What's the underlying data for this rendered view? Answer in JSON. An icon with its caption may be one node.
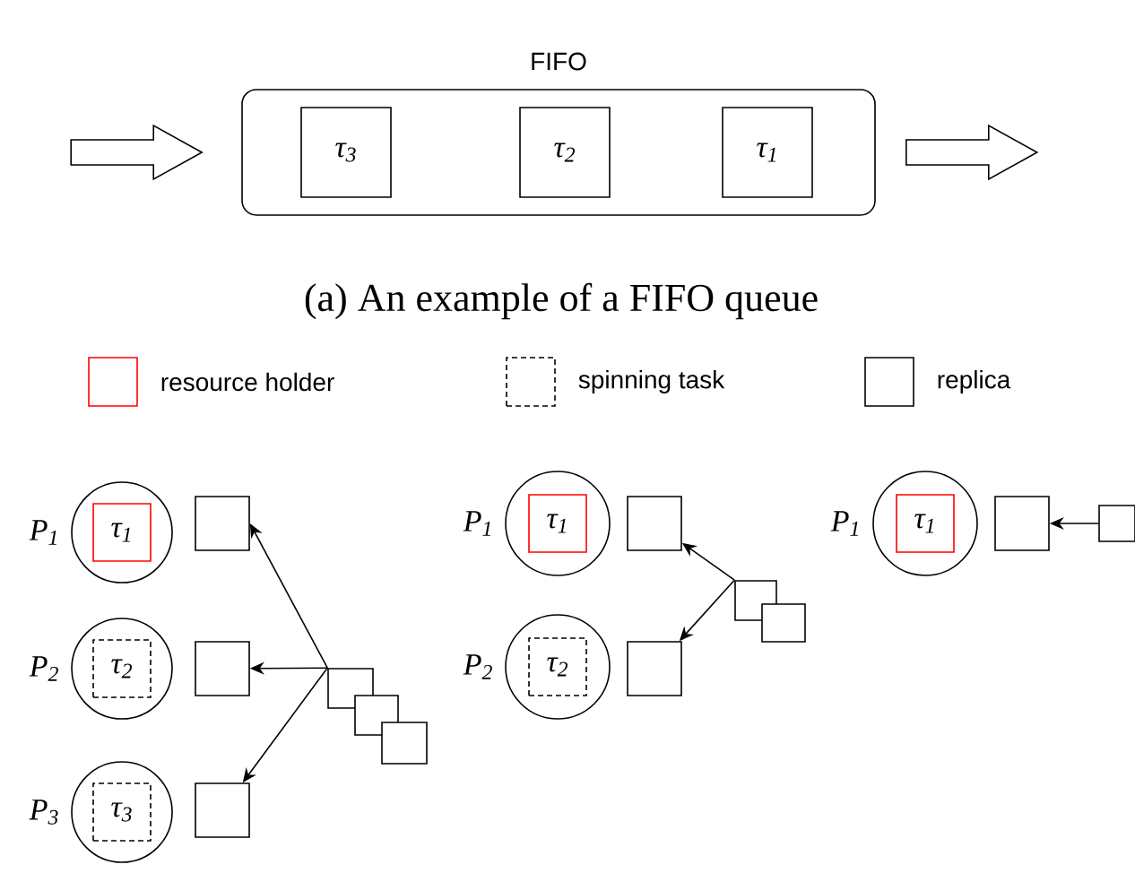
{
  "diagram": {
    "caption": "(a) An example of a FIFO queue",
    "nodes": [
      {
        "text": [
          "FIFO"
        ]
      },
      {
        "text": [
          "τ$_{3}$"
        ],
        "in": 0
      },
      {
        "text": [
          "τ$_{2}$"
        ],
        "in": 0
      },
      {
        "text": [
          "τ$_{1}$"
        ],
        "in": 0
      },
      {
        "text": [],
        "shape": "circle",
        "beside": [
          "P$_{1}$"
        ]
      },
      {
        "text": [
          "τ$_{1}$"
        ],
        "in": 4
      },
      {
        "text": [],
        "shape": "box"
      },
      {
        "text": [],
        "shape": "circle",
        "beside": [
          "P$_{2}$"
        ]
      },
      {
        "text": [
          "τ$_{2}$"
        ],
        "in": 7
      },
      {
        "text": [],
        "shape": "box"
      },
      {
        "text": [],
        "shape": "circle",
        "beside": [
          "P$_{3}$"
        ]
      },
      {
        "text": [
          "τ$_{3}$"
        ],
        "in": 10
      },
      {
        "text": [],
        "shape": "box"
      },
      {
        "text": [],
        "shape": "box"
      },
      {
        "text": [],
        "shape": "box"
      },
      {
        "text": [],
        "shape": "box"
      },
      {
        "text": [],
        "shape": "circle",
        "beside": [
          "P$_{1}$"
        ]
      },
      {
        "text": [
          "τ$_{1}$"
        ],
        "in": 16
      },
      {
        "text": [],
        "shape": "box"
      },
      {
        "text": [],
        "shape": "circle",
        "beside": [
          "P$_{2}$"
        ]
      },
      {
        "text": [
          "τ$_{2}$"
        ],
        "in": 19
      },
      {
        "text": [],
        "shape": "box"
      },
      {
        "text": [],
        "shape": "box"
      },
      {
        "text": [],
        "shape": "box"
      },
      {
        "text": [],
        "shape": "circle",
        "beside": [
          "P$_{1}$"
        ]
      },
      {
        "text": [
          "τ$_{1}$"
        ],
        "in": 24
      },
      {
        "text": [],
        "shape": "box"
      },
      {
        "text": [],
        "shape": "box"
      }
    ],
    "edges": [
      {
        "from": null,
        "to": 0,
        "arrow": "to"
      },
      {
        "from": 0,
        "to": null,
        "arrow": "to"
      },
      {
        "from": 13,
        "to": 6,
        "arrow": "to"
      },
      {
        "from": 13,
        "to": 9,
        "arrow": "to"
      },
      {
        "from": 13,
        "to": 12,
        "arrow": "to"
      },
      {
        "from": 22,
        "to": 18,
        "arrow": "to"
      },
      {
        "from": 22,
        "to": 21,
        "arrow": "to"
      },
      {
        "from": 27,
        "to": 26,
        "arrow": "to"
      }
    ],
    "legend": [
      {
        "text": "resource holder"
      },
      {
        "text": "spinning task"
      },
      {
        "text": "replica"
      }
    ]
  }
}
